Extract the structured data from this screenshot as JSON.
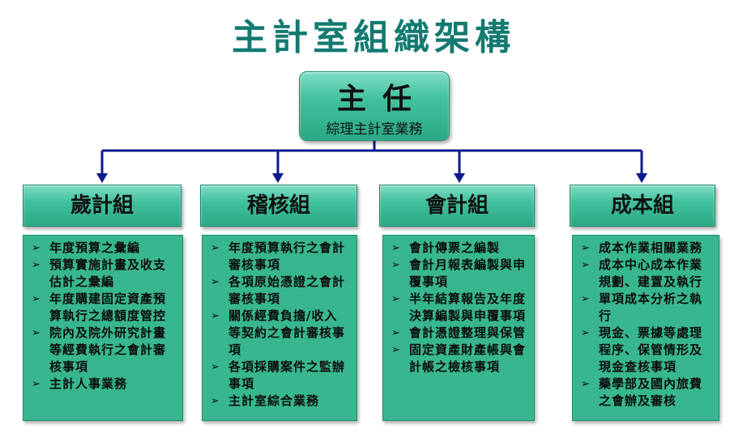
{
  "title": "主計室組織架構",
  "director": {
    "name": "主任",
    "description": "綜理主計室業務"
  },
  "colors": {
    "title": "#137a70",
    "box": "#38b690",
    "connector": "#0a1a8c"
  },
  "bullet_icon": "arrowhead-bullet",
  "groups": [
    {
      "name": "歲計組",
      "duties": [
        "年度預算之彙編",
        "預算實施計畫及收支估計之彙編",
        "年度購建固定資產預算執行之總額度管控",
        "院內及院外研究計畫等經費執行之會計審核事項",
        "主計人事業務"
      ]
    },
    {
      "name": "稽核組",
      "duties": [
        "年度預算執行之會計審核事項",
        "各項原始憑證之會計審核事項",
        "關係經費負擔/收入等契約之會計審核事項",
        "各項採購案件之監辦事項",
        "主計室綜合業務"
      ]
    },
    {
      "name": "會計組",
      "duties": [
        "會計傳票之編製",
        "會計月報表編製與申覆事項",
        "半年結算報告及年度決算編製與申覆事項",
        "會計憑證整理與保管",
        "固定資產財產帳與會計帳之檢核事項"
      ]
    },
    {
      "name": "成本組",
      "duties": [
        "成本作業相關業務",
        "成本中心成本作業規劃、建置及執行",
        "單項成本分析之執行",
        "現金、票據等處理程序、保管情形及現金查核事項",
        "藥學部及國內旅費之會辦及審核"
      ]
    }
  ]
}
